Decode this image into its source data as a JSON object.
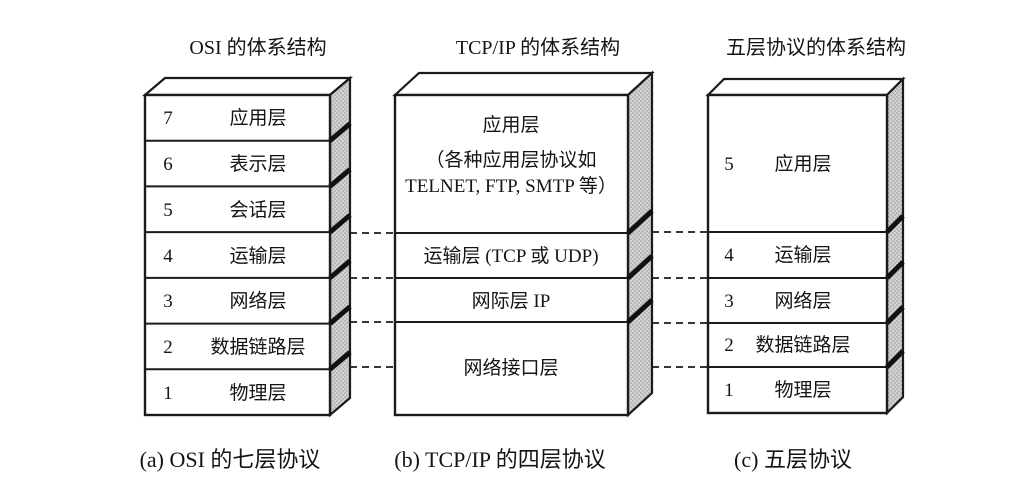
{
  "diagram": {
    "columns": [
      {
        "title": "OSI 的体系结构",
        "caption": "(a) OSI 的七层协议",
        "layers": [
          {
            "num": "7",
            "name": "应用层"
          },
          {
            "num": "6",
            "name": "表示层"
          },
          {
            "num": "5",
            "name": "会话层"
          },
          {
            "num": "4",
            "name": "运输层"
          },
          {
            "num": "3",
            "name": "网络层"
          },
          {
            "num": "2",
            "name": "数据链路层"
          },
          {
            "num": "1",
            "name": "物理层"
          }
        ]
      },
      {
        "title": "TCP/IP 的体系结构",
        "caption": "(b) TCP/IP 的四层协议",
        "layers": [
          {
            "lines": [
              "应用层",
              "（各种应用层协议如",
              "TELNET, FTP, SMTP 等）"
            ]
          },
          {
            "name": "运输层 (TCP 或 UDP)"
          },
          {
            "name": "网际层 IP"
          },
          {
            "name": "网络接口层"
          }
        ]
      },
      {
        "title": "五层协议的体系结构",
        "caption": "(c)  五层协议",
        "layers": [
          {
            "num": "5",
            "name": "应用层"
          },
          {
            "num": "4",
            "name": "运输层"
          },
          {
            "num": "3",
            "name": "网络层"
          },
          {
            "num": "2",
            "name": "数据链路层"
          },
          {
            "num": "1",
            "name": "物理层"
          }
        ]
      }
    ],
    "colors": {
      "line": "#1b1b1b",
      "side_fill": "#d2d2d2",
      "side_dot": "#9a9a9a",
      "face_fill": "#ffffff",
      "background": "#ffffff",
      "text": "#141414"
    }
  }
}
